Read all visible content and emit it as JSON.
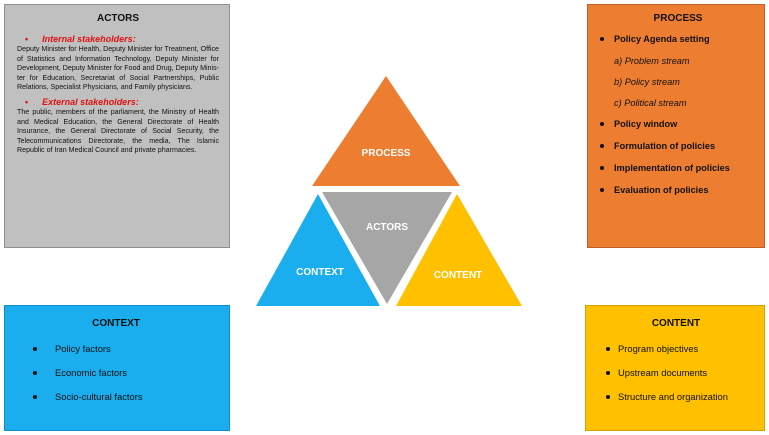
{
  "actors_box": {
    "title": "ACTORS",
    "bullet": "•",
    "internal_heading": "Internal stakeholders:",
    "internal_text": "Deputy Minister for Health, Deputy Minister for Treatment, Office of Statistics and Information Technology, Deputy Minister for Development, Deputy Minister for Food and Drug, Deputy Minis-ter for Education, Secretariat of Social Partnerships, Public Relations, Specialist Physicians, and Family physicians.",
    "external_heading": "External stakeholders:",
    "external_text": "The public, members of the parliament, the Ministry of Health and Medical Education, the General Directorate of Health Insurance, the General Directorate of Social Security, the Telecommunications Directorate, the media, The Islamic Republic of Iran Medical Council and private pharmacies."
  },
  "process_box": {
    "title": "PROCESS",
    "items": [
      {
        "label": "Policy Agenda setting",
        "sub": false
      },
      {
        "label": "a) Problem stream",
        "sub": true
      },
      {
        "label": "b) Policy stream",
        "sub": true
      },
      {
        "label": "c) Political stream",
        "sub": true
      },
      {
        "label": "Policy window",
        "sub": false
      },
      {
        "label": "Formulation of policies",
        "sub": false
      },
      {
        "label": "Implementation of policies",
        "sub": false
      },
      {
        "label": "Evaluation of policies",
        "sub": false
      }
    ]
  },
  "context_box": {
    "title": "CONTEXT",
    "items": [
      "Policy factors",
      "Economic factors",
      "Socio-cultural factors"
    ]
  },
  "content_box": {
    "title": "CONTENT",
    "items": [
      "Program objectives",
      "Upstream documents",
      "Structure and organization"
    ]
  },
  "triangle": {
    "top_label": "PROCESS",
    "center_label": "ACTORS",
    "left_label": "CONTEXT",
    "right_label": "CONTENT",
    "colors": {
      "process": "#ed7d31",
      "actors": "#a6a6a6",
      "context": "#1aaeee",
      "content": "#ffc000"
    }
  }
}
